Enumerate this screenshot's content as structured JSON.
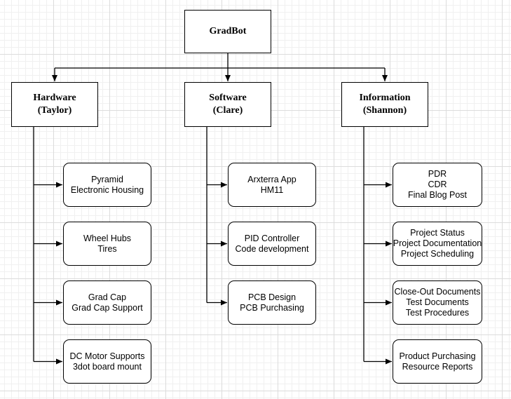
{
  "root": {
    "label": [
      "GradBot"
    ]
  },
  "branches": [
    {
      "label": [
        "Hardware",
        "(Taylor)"
      ],
      "items": [
        {
          "label": [
            "Pyramid",
            "Electronic Housing"
          ]
        },
        {
          "label": [
            "Wheel Hubs",
            "Tires"
          ]
        },
        {
          "label": [
            "Grad Cap",
            "Grad Cap Support"
          ]
        },
        {
          "label": [
            "DC Motor Supports",
            "3dot board mount"
          ]
        }
      ]
    },
    {
      "label": [
        "Software",
        "(Clare)"
      ],
      "items": [
        {
          "label": [
            "Arxterra App",
            "HM11"
          ]
        },
        {
          "label": [
            "PID Controller",
            "Code development"
          ]
        },
        {
          "label": [
            "PCB Design",
            "PCB Purchasing"
          ]
        }
      ]
    },
    {
      "label": [
        "Information",
        "(Shannon)"
      ],
      "items": [
        {
          "label": [
            "PDR",
            "CDR",
            "Final Blog Post"
          ]
        },
        {
          "label": [
            "Project Status",
            "Project Documentation",
            "Project Scheduling"
          ]
        },
        {
          "label": [
            "Close-Out Documents",
            "Test Documents",
            "Test Procedures"
          ]
        },
        {
          "label": [
            "Product Purchasing",
            "Resource Reports"
          ]
        }
      ]
    }
  ]
}
